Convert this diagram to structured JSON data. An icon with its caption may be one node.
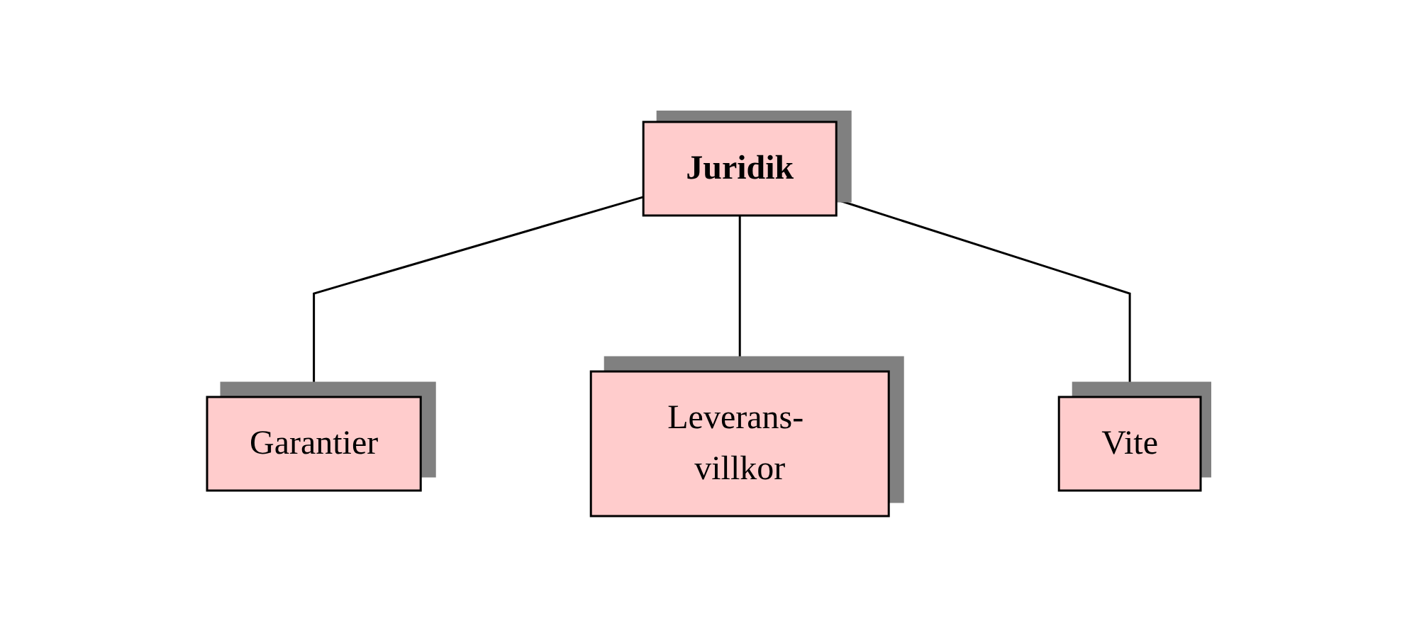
{
  "diagram": {
    "nodes": [
      {
        "text": [
          "Juridik"
        ]
      },
      {
        "text": [
          "Garantier"
        ]
      },
      {
        "text": [
          "Leverans- villkor"
        ]
      },
      {
        "text": [
          "Vite"
        ]
      }
    ],
    "edges": [
      {
        "from": 0,
        "to": 1,
        "arrow": "none"
      },
      {
        "from": 0,
        "to": 2,
        "arrow": "none"
      },
      {
        "from": 0,
        "to": 3,
        "arrow": "none"
      }
    ]
  }
}
